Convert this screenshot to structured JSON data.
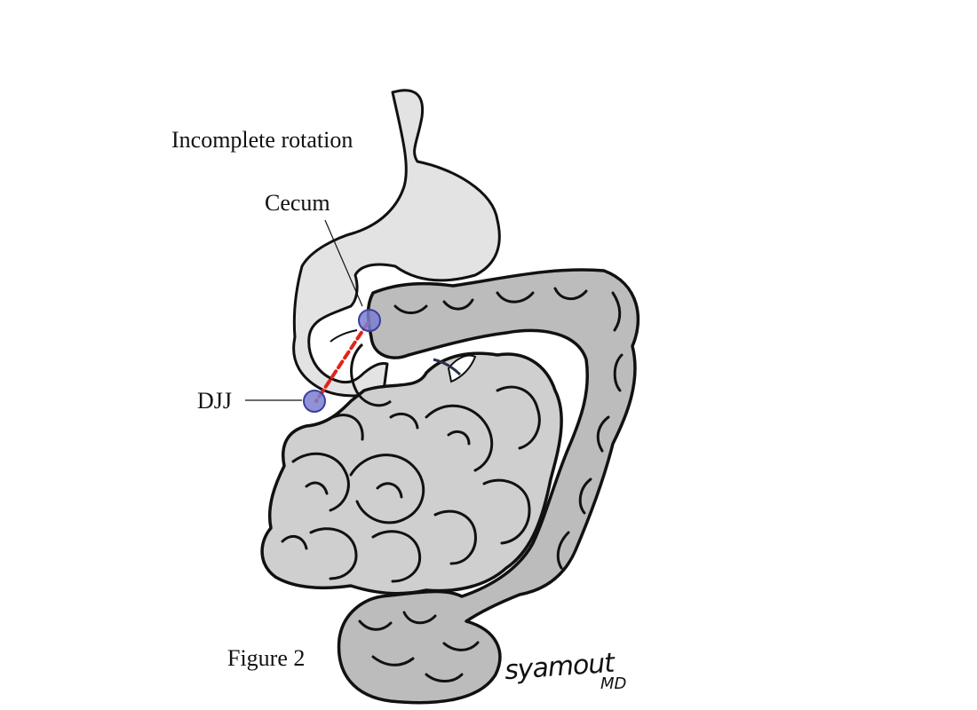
{
  "figure": {
    "title": "Incomplete rotation",
    "caption": "Figure 2",
    "signature": "syamout",
    "signature_suffix": "MD"
  },
  "labels": {
    "cecum": "Cecum",
    "djj": "DJJ"
  },
  "colors": {
    "stomach_fill": "#e3e3e3",
    "small_bowel_fill": "#cfcfcf",
    "colon_fill": "#bcbcbc",
    "outline": "#111111",
    "marker_fill": "#7c7fd0",
    "marker_stroke": "#3a3f9e",
    "connector": "#e0241b"
  }
}
